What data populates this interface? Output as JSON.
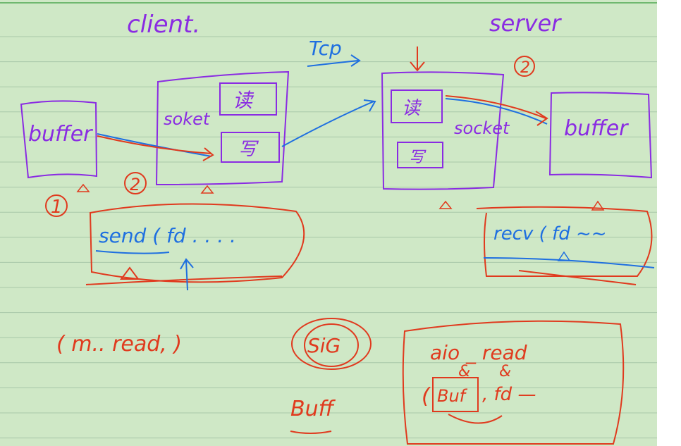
{
  "page": {
    "paper_color": "#cfe8c6",
    "rule_color": "#a8c7a8",
    "top_rule_color": "#7fbf7f",
    "ink": {
      "purple": "#8a2be2",
      "blue": "#1e6fe0",
      "red": "#e03a1e"
    }
  },
  "labels": {
    "client": "client.",
    "server": "server",
    "tcp": "Tcp",
    "client_buffer": "buffer",
    "server_buffer": "buffer",
    "client_socket": "soket",
    "server_socket": "socket",
    "client_read": "读",
    "client_write": "写",
    "server_read": "读",
    "server_write": "写",
    "step_1": "1",
    "step_2": "2",
    "step_server": "2",
    "send_call": "send ( fd . . . .",
    "recv_call": "recv ( fd ~~",
    "m_read": "( m..      read, )",
    "sig": "SiG",
    "buff": "Buff",
    "aio_read": "aio _ read",
    "amp_1": "&",
    "amp_2": "&",
    "buf_in_box": "Buf",
    "fd_tail": ", fd —",
    "paren_open": "("
  }
}
